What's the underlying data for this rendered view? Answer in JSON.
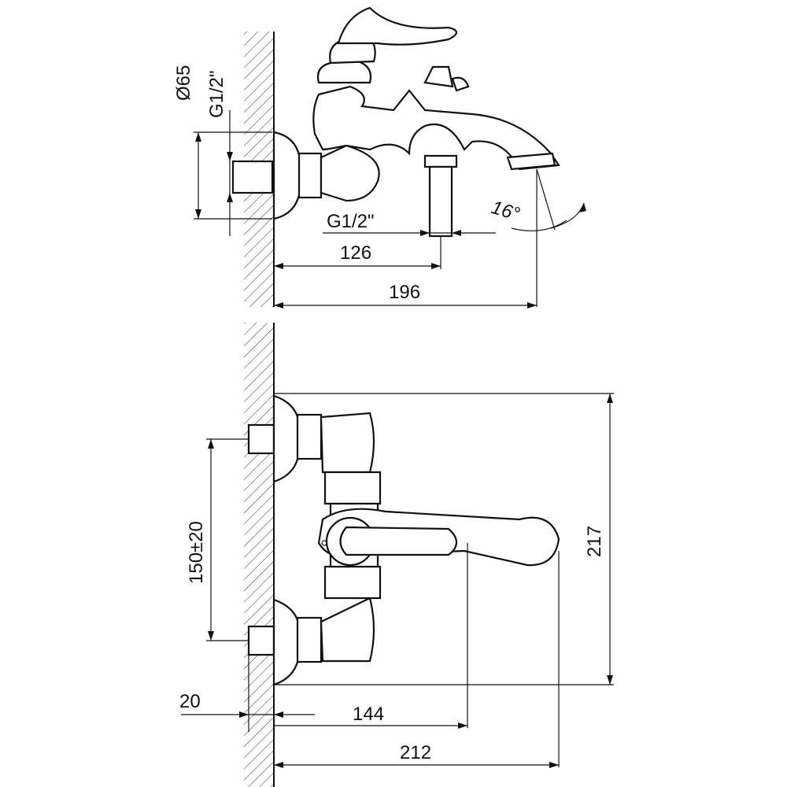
{
  "top_view": {
    "diameter": "Ø65",
    "thread_wall": "G1/2\"",
    "thread_outlet": "G1/2\"",
    "dim_outlet": "126",
    "dim_spout": "196",
    "angle": "16°"
  },
  "front_view": {
    "dim_centers": "150±20",
    "dim_height": "217",
    "dim_wall": "20",
    "dim_handle": "144",
    "dim_total": "212"
  },
  "colors": {
    "line": "#111111",
    "background": "#ffffff"
  }
}
